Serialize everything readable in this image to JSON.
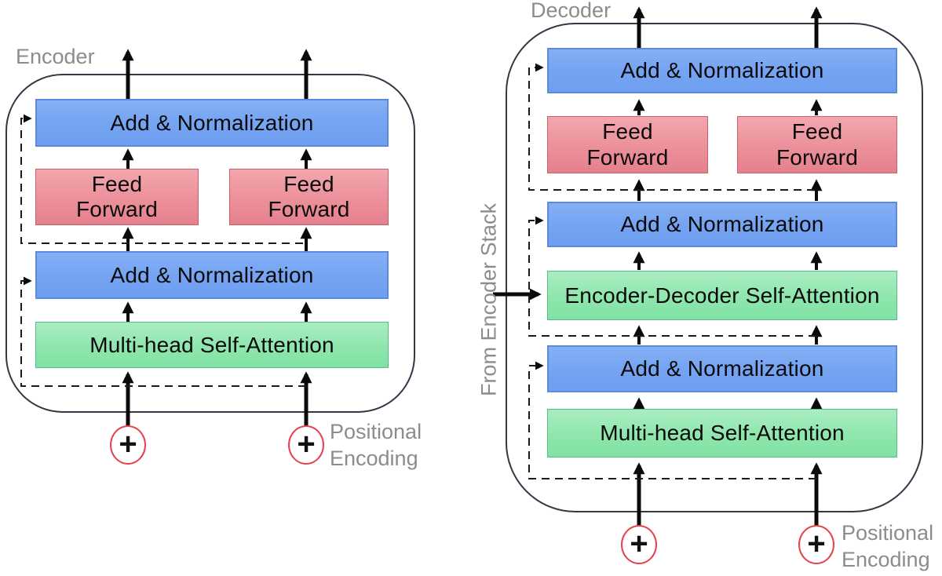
{
  "labels": {
    "encoder_title": "Encoder",
    "decoder_title": "Decoder",
    "add_norm": "Add & Normalization",
    "feed_line1": "Feed",
    "feed_line2": "Forward",
    "multi_head_attention": "Multi-head Self-Attention",
    "enc_dec_attention": "Encoder-Decoder Self-Attention",
    "from_encoder_stack": "From Encoder Stack",
    "positional_line1": "Positional",
    "positional_line2": "Encoding",
    "plus": "+"
  },
  "colors": {
    "block_blue": "#76a5f2",
    "block_green": "#8fe6ad",
    "block_pink": "#ec929c",
    "circle_red": "#e84150",
    "label_gray": "#8c8c8c",
    "outline_dark": "#3f3145",
    "arrow_black": "#0a0a0a"
  }
}
